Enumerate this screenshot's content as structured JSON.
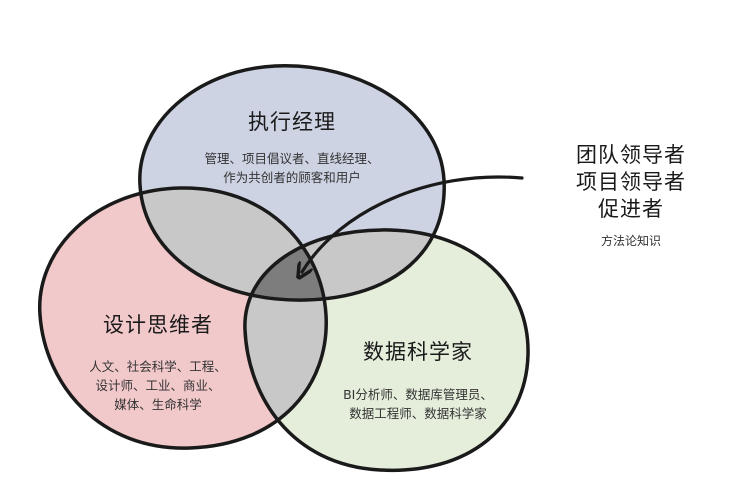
{
  "circles": {
    "exec": {
      "title": "执行经理",
      "desc": [
        "管理、项目倡议者、直线经理、",
        "作为共创者的顾客和用户"
      ],
      "color": "#cdd3e3"
    },
    "design": {
      "title": "设计思维者",
      "desc": [
        "人文、社会科学、工程、",
        "设计师、工业、商业、",
        "媒体、生命科学"
      ],
      "color": "#f2c9cb"
    },
    "data": {
      "title": "数据科学家",
      "desc": [
        "BI分析师、数据库管理员、",
        "数据工程师、数据科学家"
      ],
      "color": "#e4eedb"
    }
  },
  "overlap_colors": {
    "pair": "#c8c8c8",
    "center": "#7d7d7d"
  },
  "side_panel": {
    "roles": [
      "团队领导者",
      "项目领导者",
      "促进者"
    ],
    "subtitle": "方法论知识"
  }
}
